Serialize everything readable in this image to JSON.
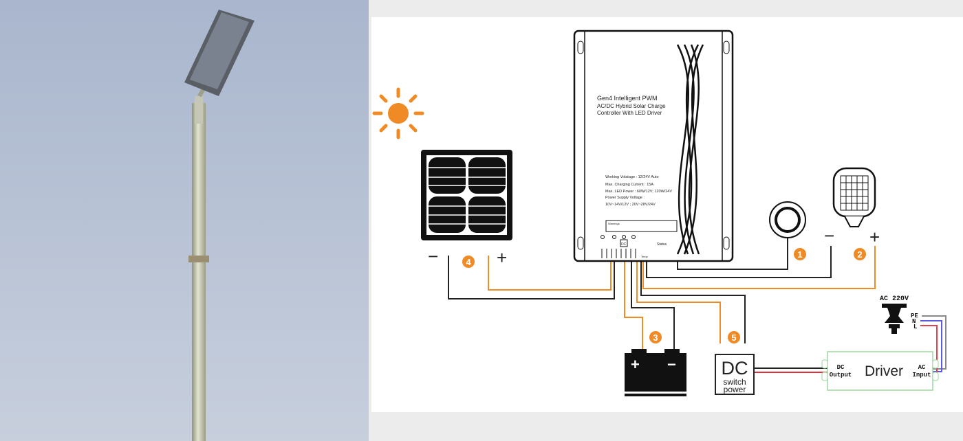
{
  "colors": {
    "accent": "#f08a24",
    "wire_black": "#222222",
    "driver_border": "#9bd89b",
    "sky_top": "#aab7ce",
    "sky_bottom": "#c4cddc"
  },
  "controller": {
    "title_lines": [
      "Gen4 Intelligent PWM",
      "AC/DC Hybrid Solar Charge",
      "Controller With LED Driver"
    ],
    "specs": [
      "Working Volatage : 12/24V Auto",
      "Max. Charging Current : 15A",
      "Max. LED Power : 60W/12V; 120W/24V",
      "Power Supply Voltage :",
      "10V~14V/12V ; 20V~28V/24V"
    ],
    "warning": "Warnings",
    "status": "Status",
    "temp": "Temp",
    "dc": "DC"
  },
  "badges": [
    "1",
    "2",
    "3",
    "4",
    "5"
  ],
  "polarity": {
    "minus": "−",
    "plus": "+"
  },
  "battery": {
    "plus": "+",
    "minus": "−"
  },
  "dc_switch": {
    "line1": "DC",
    "line2": "switch",
    "line3": "power"
  },
  "driver": {
    "label": "Driver",
    "dc_out_1": "DC",
    "dc_out_2": "Output",
    "ac_in_1": "AC",
    "ac_in_2": "Input"
  },
  "ac": {
    "label": "AC 220V",
    "pe": "PE",
    "n": "N",
    "l": "L"
  }
}
